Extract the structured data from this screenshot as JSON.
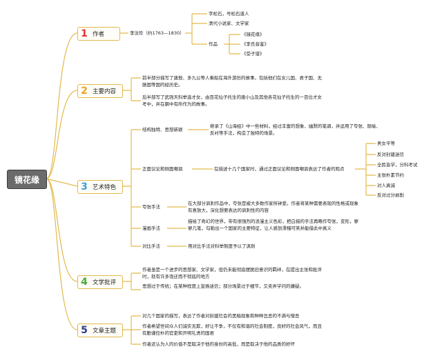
{
  "root": "镜花缘",
  "colors": {
    "n1": "#e03030",
    "n2": "#f0a020",
    "n3": "#3aa0d8",
    "n4": "#49a83a",
    "n5": "#2a3a8a",
    "line": "#e2b94a"
  },
  "branches": [
    {
      "num": "1",
      "label": "作者"
    },
    {
      "num": "2",
      "label": "主要内容"
    },
    {
      "num": "3",
      "label": "艺术特色"
    },
    {
      "num": "4",
      "label": "文学批评"
    },
    {
      "num": "5",
      "label": "文章主题"
    }
  ],
  "author": {
    "name": "李汝珍（约1763—1830）",
    "details": [
      "字松石，号松石道人",
      "清代小说家、文学家",
      "作品"
    ],
    "works": [
      "《镜花缘》",
      "《李氏音鉴》",
      "《受子谱》"
    ]
  },
  "content": [
    "前半部分描写了唐敖、多九公等人乘船在海外游历的故事，包括他们在女儿国、君子国、无肠国等国的经历史。",
    "后半部写了武则天科举选才女，由百花仙子托生的唐小山及其他各花仙子托生的一百位才女考中，并在朝中有所作为的故事。"
  ],
  "art": {
    "items": [
      "结构独特、思想新颖",
      "正面议论和侧面嘲讽",
      "夸张手法",
      "漫画手法",
      "对比手法"
    ],
    "desc": [
      "继承了《山海经》中一些材料，经过丰富的想象、幽默的笔调，并运用了夸张、隐喻、反衬等手法，构造了独特的场景。",
      "在描述十几个国家时，通过正面议论和侧面嘲讽表达了作者的观点",
      "在大部分讽刺作品中，夸张是被大多数作家所钟爱。作者将某种需要表现的性格或现象有意放大，深化想要表达的讽刺性的内容",
      "描绘了奇幻的世界，带有很强烈的浪漫主义色彩，把白描的手法再略作夸张，变形，寥寥几笔，勾勒出一个国家的主要特征，让人感到滑稽可笑并能借此中真义",
      "用对比手法对科举制度予以了讽刺"
    ],
    "views": [
      "男女平等",
      "反对封建迷信",
      "全民皆学，分科考试",
      "主张朴素节约",
      "对人真诚",
      "反对过分剥削"
    ]
  },
  "criticism": [
    "作者虽是一个进步的思想家、文学家，但仍未能彻底摆脱旧意识的羁绊，在提出主张和批评时，就有许多饱迂而不彻底的地方",
    "思想过于传统；在某种程度上宣扬迷信；部分场景过于细节，又卖弄学问的嫌疑。"
  ],
  "theme": [
    "对几个国家的描写，表达了作者对封建社会的黑暗现象和种种丑恶的不满与憎恶",
    "作者希望世间众人们诚实无欺，好让不争，不仅有和谐的社会制度，良好的社会风气，而且有勤谨俭朴的官吏和开明礼贤的国君",
    "作者还认为人的价值不是取决于他的身份的高低，而是取决于他的品质的好坏"
  ]
}
